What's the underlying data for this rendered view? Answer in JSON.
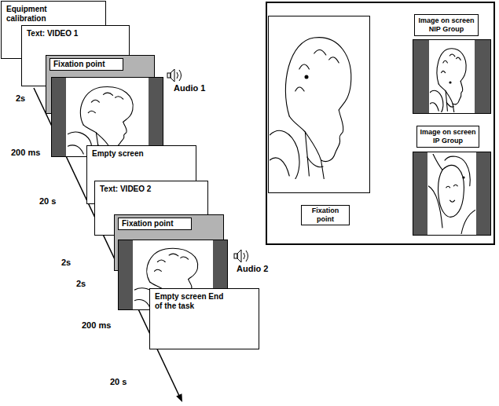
{
  "diagram": {
    "nodes": [
      {
        "text": [
          "Equipment calibration"
        ]
      },
      {
        "text": [
          "Text: VIDEO 1"
        ]
      },
      {
        "text": [
          "Fixation point"
        ]
      },
      {
        "text": [
          "Empty screen"
        ]
      },
      {
        "text": [
          "Text: VIDEO 2"
        ]
      },
      {
        "text": [
          "Fixation point"
        ]
      },
      {
        "text": [
          "Empty screen End of the task"
        ]
      },
      {
        "text": [
          "Fixation point"
        ]
      },
      {
        "text": [
          "Image on screen NIP Group"
        ]
      },
      {
        "text": [
          "Image on screen IP Group"
        ]
      }
    ],
    "labels": [
      "2s",
      "200 ms",
      "20 s",
      "2s",
      "2s",
      "200 ms",
      "20 s",
      "Audio 1",
      "Audio 2"
    ]
  }
}
